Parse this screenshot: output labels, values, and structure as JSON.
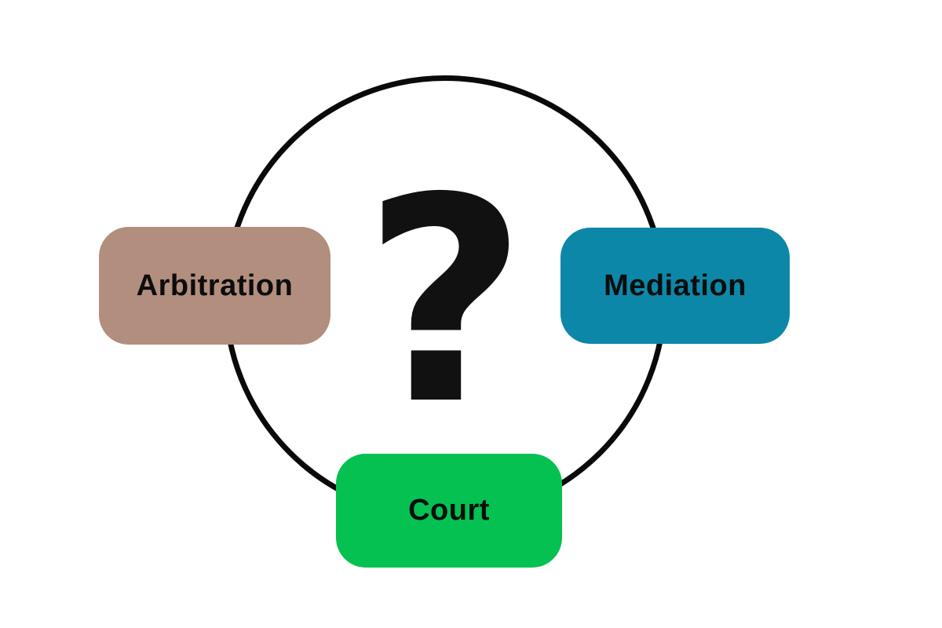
{
  "diagram": {
    "center_symbol": "?",
    "circle_color": "#0a0a0a",
    "background_color": "#ffffff",
    "nodes": [
      {
        "id": "arbitration",
        "label": "Arbitration",
        "color": "#b28e7e",
        "position": "left"
      },
      {
        "id": "mediation",
        "label": "Mediation",
        "color": "#0d87a8",
        "position": "right"
      },
      {
        "id": "court",
        "label": "Court",
        "color": "#04c152",
        "position": "bottom"
      }
    ],
    "text_color": "#0d0d0d"
  }
}
